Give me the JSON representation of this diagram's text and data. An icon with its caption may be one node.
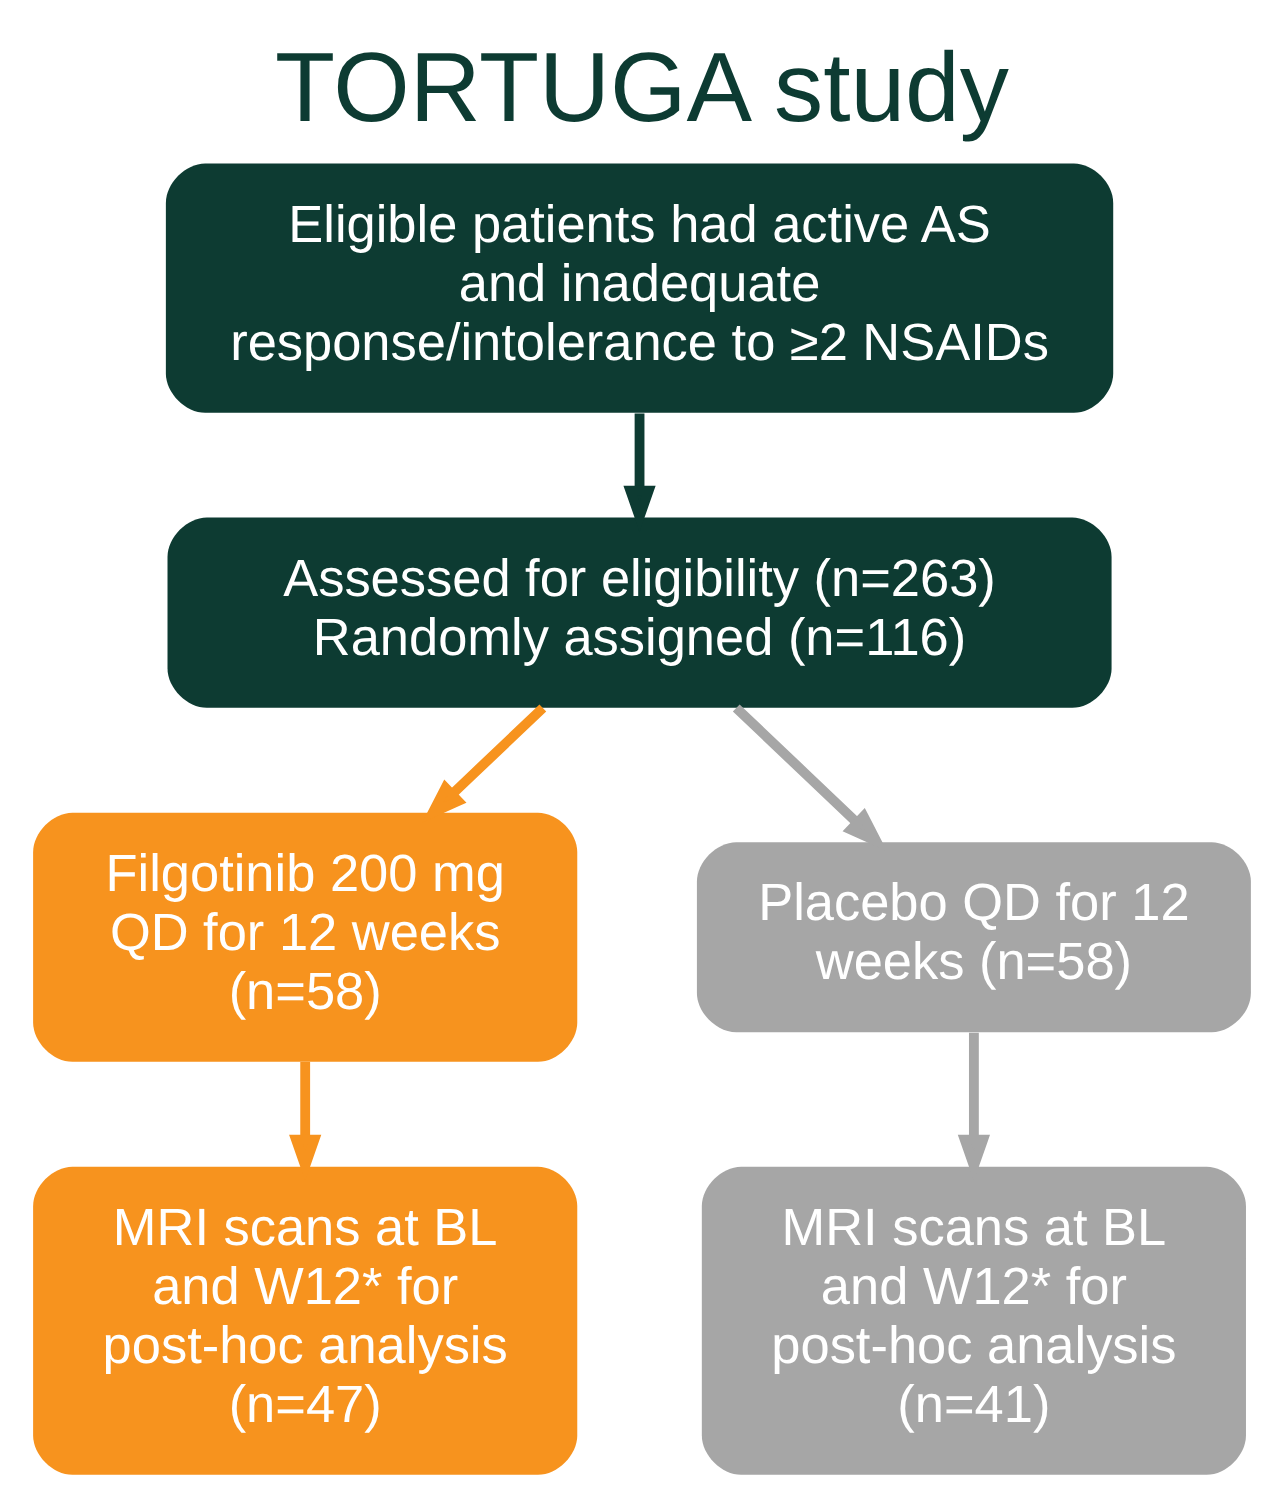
{
  "diagram": {
    "title": "TORTUGA study",
    "nodes": [
      {
        "text": [
          "Eligible patients had active AS and inadequate response/intolerance to ≥2 NSAIDs"
        ]
      },
      {
        "text": [
          "Assessed for eligibility (n=263) Randomly assigned (n=116)"
        ]
      },
      {
        "text": [
          "Filgotinib 200 mg QD for 12 weeks (n=58)"
        ]
      },
      {
        "text": [
          "Placebo QD for 12 weeks (n=58)"
        ]
      },
      {
        "text": [
          "MRI scans at BL and W12* for post-hoc analysis (n=47)"
        ]
      },
      {
        "text": [
          "MRI scans at BL and W12* for post-hoc analysis (n=41)"
        ]
      }
    ],
    "edges": [
      {
        "from": 0,
        "to": 1,
        "arrow": "to",
        "color": "#0d3b32"
      },
      {
        "from": 1,
        "to": 2,
        "arrow": "to",
        "color": "#f7931e"
      },
      {
        "from": 1,
        "to": 3,
        "arrow": "to",
        "color": "#a6a6a6"
      },
      {
        "from": 2,
        "to": 4,
        "arrow": "to",
        "color": "#f7931e"
      },
      {
        "from": 3,
        "to": 5,
        "arrow": "to",
        "color": "#a6a6a6"
      }
    ]
  }
}
